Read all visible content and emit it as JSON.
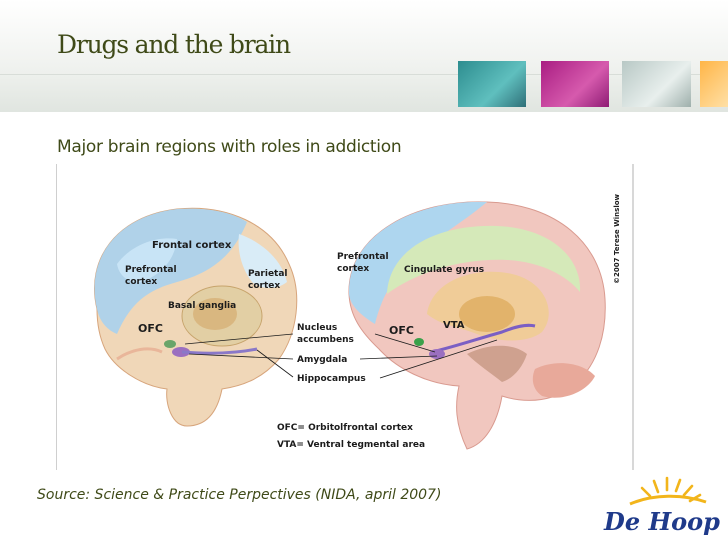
{
  "slide": {
    "title": "Drugs and the brain",
    "subtitle": "Major brain regions with roles in addiction",
    "source_caption": "Source: Science & Practice Perpectives (NIDA, april 2007)"
  },
  "diagram": {
    "copyright": "©2007 Terese Winslow",
    "left_brain_labels": {
      "frontal_cortex": "Frontal cortex",
      "prefrontal_cortex": [
        "Prefrontal",
        "cortex"
      ],
      "parietal_cortex": [
        "Parietal",
        "cortex"
      ],
      "basal_ganglia": "Basal ganglia",
      "ofc": "OFC"
    },
    "right_brain_labels": {
      "prefrontal_cortex": [
        "Prefrontal",
        "cortex"
      ],
      "cingulate_gyrus": "Cingulate gyrus",
      "ofc": "OFC",
      "vta": "VTA"
    },
    "center_labels": {
      "nucleus_accumbens": [
        "Nucleus",
        "accumbens"
      ],
      "amygdala": "Amygdala",
      "hippocampus": "Hippocampus"
    },
    "legend": [
      "OFC= Orbitolfrontal cortex",
      "VTA= Ventral tegmental area"
    ]
  },
  "logo": {
    "text": "De Hoop"
  },
  "colors": {
    "title": "#3f4a18",
    "logo_blue": "#1f3a8a",
    "logo_yellow": "#f2b51b"
  }
}
